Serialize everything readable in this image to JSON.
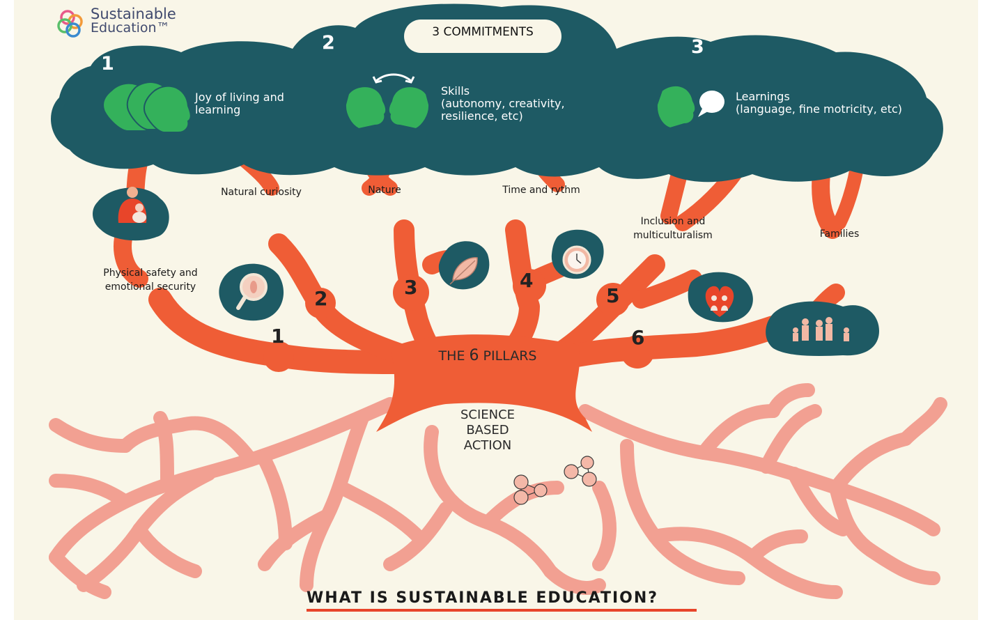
{
  "logo": {
    "line1": "Sustainable",
    "line2": "Education™"
  },
  "commitments": {
    "title": "3 COMMITMENTS",
    "items": [
      {
        "number": "1",
        "text_line1": "Joy of living and",
        "text_line2": "learning",
        "text_line3": ""
      },
      {
        "number": "2",
        "text_line1": "Skills",
        "text_line2": "(autonomy, creativity,",
        "text_line3": "resilience, etc)"
      },
      {
        "number": "3",
        "text_line1": "Learnings",
        "text_line2": "(language, fine motricity, etc)",
        "text_line3": ""
      }
    ]
  },
  "branches": [
    {
      "label_line1": "Physical safety and",
      "label_line2": "emotional security"
    },
    {
      "label_line1": "Natural curiosity",
      "label_line2": ""
    },
    {
      "label_line1": "Nature",
      "label_line2": ""
    },
    {
      "label_line1": "Time and rythm",
      "label_line2": ""
    },
    {
      "label_line1": "Inclusion and",
      "label_line2": "multiculturalism"
    },
    {
      "label_line1": "Families",
      "label_line2": ""
    }
  ],
  "pillar_numbers": [
    "1",
    "2",
    "3",
    "4",
    "5",
    "6"
  ],
  "center": {
    "pillars_prefix": "THE ",
    "pillars_number": "6",
    "pillars_suffix": " PILLARS",
    "science_line1": "SCIENCE",
    "science_line2": "BASED",
    "science_line3": "ACTION"
  },
  "footer": {
    "title": "WHAT IS SUSTAINABLE EDUCATION?"
  },
  "colors": {
    "canopy": "#1e5a64",
    "trunk": "#ef5d36",
    "roots": "#f2a092",
    "icon_green": "#34b15b",
    "background": "#f9f6e8"
  }
}
